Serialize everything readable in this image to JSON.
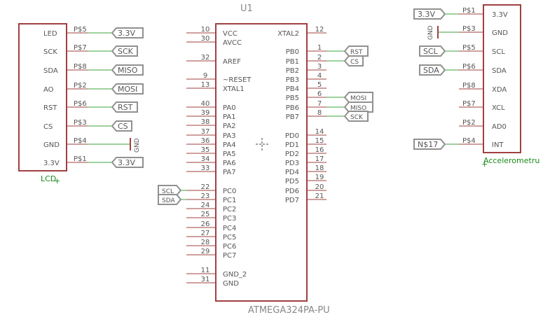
{
  "colors": {
    "body": "#a04040",
    "pin": "#a04040",
    "wire": "#3da33d",
    "flag": "#909090",
    "text": "#555555",
    "label_green": "#1a8a1a"
  },
  "lcd": {
    "name": "LCD",
    "pins": [
      {
        "name": "LED",
        "pad": "P$5",
        "net": "3.3V"
      },
      {
        "name": "SCK",
        "pad": "P$7",
        "net": "SCK"
      },
      {
        "name": "SDA",
        "pad": "P$8",
        "net": "MISO"
      },
      {
        "name": "AO",
        "pad": "P$2",
        "net": "MOSI"
      },
      {
        "name": "RST",
        "pad": "P$6",
        "net": "RST"
      },
      {
        "name": "CS",
        "pad": "P$3",
        "net": "CS"
      },
      {
        "name": "GND",
        "pad": "P$4",
        "net": "GND"
      },
      {
        "name": "3.3V",
        "pad": "P$1",
        "net": "3.3V"
      }
    ]
  },
  "mcu": {
    "ref": "U1",
    "value": "ATMEGA324PA-PU",
    "left_pins": [
      {
        "num": "10",
        "name": "VCC"
      },
      {
        "num": "30",
        "name": "AVCC"
      },
      {
        "num": "32",
        "name": "AREF"
      },
      {
        "num": "9",
        "name": "~RESET"
      },
      {
        "num": "13",
        "name": "XTAL1"
      },
      {
        "num": "40",
        "name": "PA0"
      },
      {
        "num": "39",
        "name": "PA1"
      },
      {
        "num": "38",
        "name": "PA2"
      },
      {
        "num": "37",
        "name": "PA3"
      },
      {
        "num": "36",
        "name": "PA4"
      },
      {
        "num": "35",
        "name": "PA5"
      },
      {
        "num": "34",
        "name": "PA6"
      },
      {
        "num": "33",
        "name": "PA7"
      },
      {
        "num": "22",
        "name": "PC0",
        "net": "SCL"
      },
      {
        "num": "23",
        "name": "PC1",
        "net": "SDA"
      },
      {
        "num": "24",
        "name": "PC2"
      },
      {
        "num": "25",
        "name": "PC3"
      },
      {
        "num": "26",
        "name": "PC4"
      },
      {
        "num": "27",
        "name": "PC5"
      },
      {
        "num": "28",
        "name": "PC6"
      },
      {
        "num": "29",
        "name": "PC7"
      },
      {
        "num": "11",
        "name": "GND_2"
      },
      {
        "num": "31",
        "name": "GND"
      }
    ],
    "right_pins": [
      {
        "num": "12",
        "name": "XTAL2"
      },
      {
        "num": "1",
        "name": "PB0",
        "net": "RST"
      },
      {
        "num": "2",
        "name": "PB1",
        "net": "CS"
      },
      {
        "num": "3",
        "name": "PB2"
      },
      {
        "num": "4",
        "name": "PB3"
      },
      {
        "num": "5",
        "name": "PB4"
      },
      {
        "num": "6",
        "name": "PB5",
        "net": "MOSI"
      },
      {
        "num": "7",
        "name": "PB6",
        "net": "MISO"
      },
      {
        "num": "8",
        "name": "PB7",
        "net": "SCK"
      },
      {
        "num": "14",
        "name": "PD0"
      },
      {
        "num": "15",
        "name": "PD1"
      },
      {
        "num": "16",
        "name": "PD2"
      },
      {
        "num": "17",
        "name": "PD3"
      },
      {
        "num": "18",
        "name": "PD4"
      },
      {
        "num": "19",
        "name": "PD5"
      },
      {
        "num": "20",
        "name": "PD6"
      },
      {
        "num": "21",
        "name": "PD7"
      }
    ]
  },
  "accel": {
    "name": "Accelerometru",
    "pins": [
      {
        "name": "3.3V",
        "pad": "P$1",
        "net": "3.3V"
      },
      {
        "name": "GND",
        "pad": "P$3",
        "net": "GND"
      },
      {
        "name": "SCL",
        "pad": "P$5",
        "net": "SCL"
      },
      {
        "name": "SDA",
        "pad": "P$6",
        "net": "SDA"
      },
      {
        "name": "XDA",
        "pad": "P$8"
      },
      {
        "name": "XCL",
        "pad": "P$7"
      },
      {
        "name": "AD0",
        "pad": "P$2"
      },
      {
        "name": "INT",
        "pad": "P$4",
        "net": "N$17"
      }
    ]
  }
}
